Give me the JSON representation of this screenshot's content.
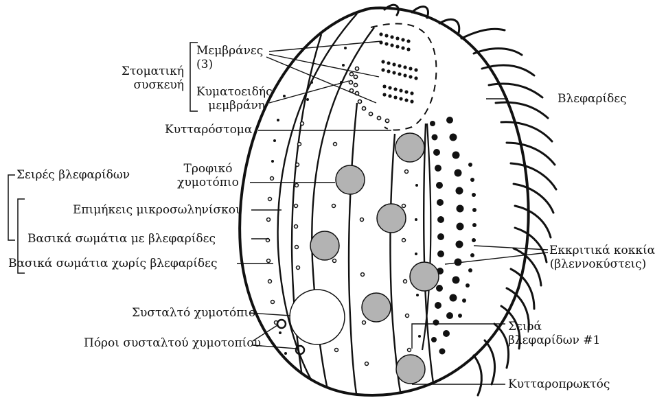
{
  "colors": {
    "ink": "#111111",
    "organelle_fill": "#b3b3b3",
    "background": "#ffffff"
  },
  "labels": {
    "membranes_l1": "Μεμβράνες",
    "membranes_l2": "(3)",
    "oral_l1": "Στοματική",
    "oral_l2": "συσκευή",
    "undulating_l1": "Κυματοειδής",
    "undulating_l2": "μεμβράνη",
    "cilia": "Βλεφαρίδες",
    "cytostome": "Κυτταρόστομα",
    "food_vac_l1": "Τροφικό",
    "food_vac_l2": "χυμοτόπιο",
    "ciliary_rows": "Σειρές βλεφαρίδων",
    "microtubules": "Επιμήκεις μικροσωληνίσκοι",
    "basal_with": "Βασικά σωμάτια με βλεφαρίδες",
    "basal_without": "Βασικά σωμάτια χωρίς βλεφαρίδες",
    "secretory_l1": "Εκκριτικά κοκκία",
    "secretory_l2": "(βλεννοκύστεις)",
    "contractile": "Συσταλτό χυμοτόπιο",
    "pores": "Πόροι συσταλτού χυμοτοπίου",
    "row1_l1": "Σειρά",
    "row1_l2": "βλεφαρίδων #1",
    "cytoproct": "Κυτταροπρωκτός"
  }
}
